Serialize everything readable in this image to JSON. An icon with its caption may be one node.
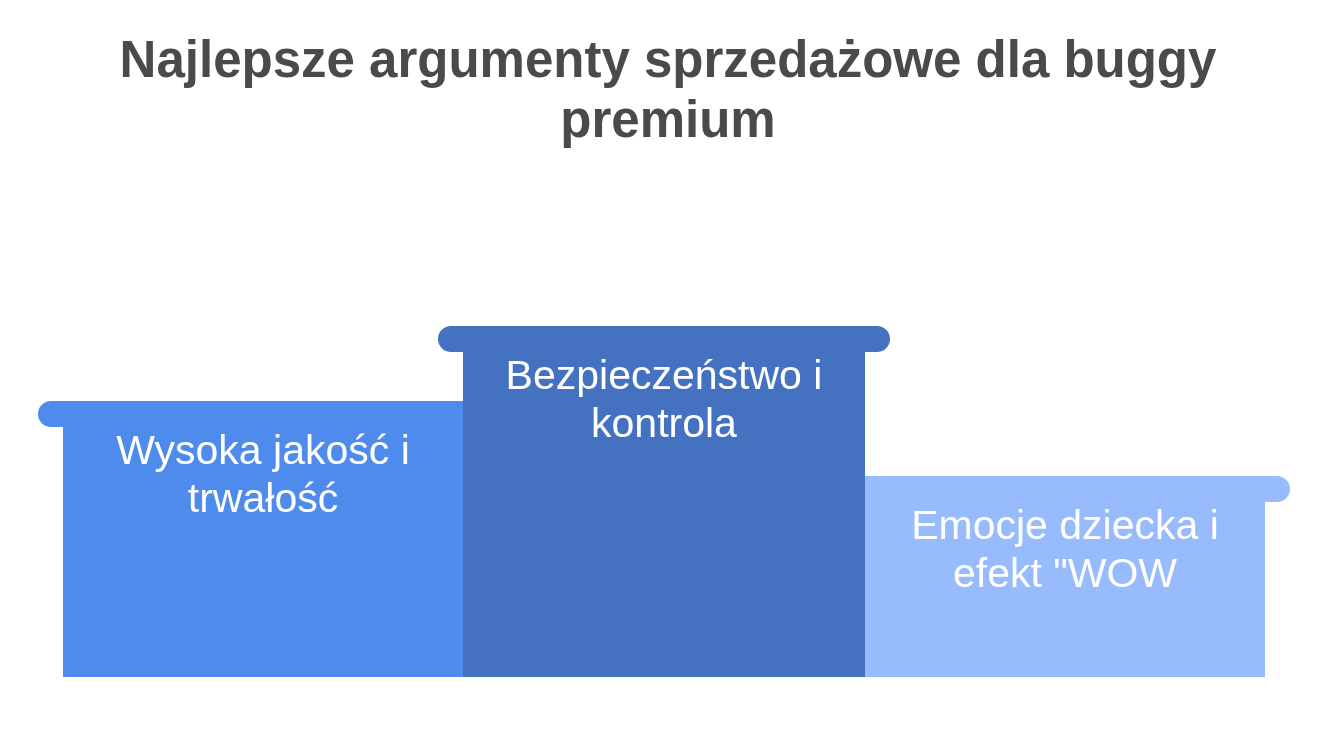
{
  "diagram": {
    "title": "Najlepsze argumenty sprzedażowe dla buggy premium",
    "nodes": [
      {
        "text": [
          "Wysoka jakość i trwałość"
        ]
      },
      {
        "text": [
          "Bezpieczeństwo i kontrola"
        ]
      },
      {
        "text": [
          "Emocje dziecka i efekt \"WOW"
        ]
      }
    ]
  }
}
